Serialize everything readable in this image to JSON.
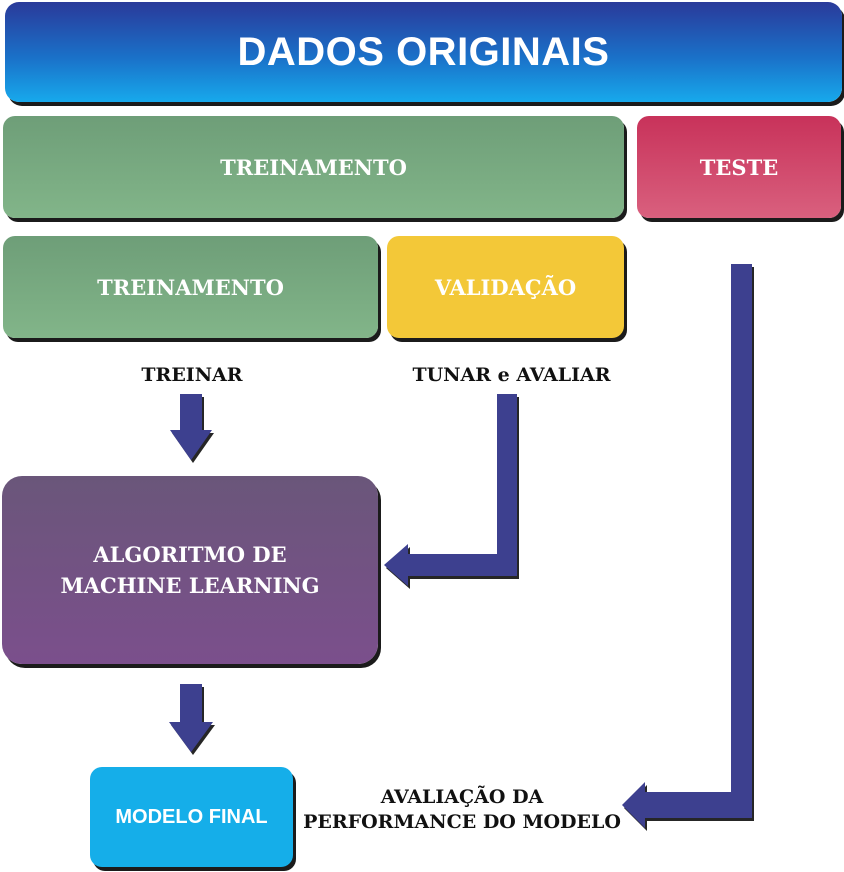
{
  "boxes": {
    "dados_originais": "DADOS ORIGINAIS",
    "treinamento_top": "TREINAMENTO",
    "teste": "TESTE",
    "treinamento": "TREINAMENTO",
    "validacao": "VALIDAÇÃO",
    "algoritmo_line1": "ALGORITMO DE",
    "algoritmo_line2": "MACHINE LEARNING",
    "modelo_final": "MODELO FINAL"
  },
  "labels": {
    "treinar": "TREINAR",
    "tunar_avaliar": "TUNAR e AVALIAR",
    "avaliacao_line1": "AVALIAÇÃO DA",
    "avaliacao_line2": "PERFORMANCE DO MODELO"
  },
  "colors": {
    "arrow": "#3c3f8f",
    "dados_originais": "#1a70c8",
    "treinamento": "#7aad82",
    "teste": "#d04a6c",
    "validacao": "#f3c838",
    "algoritmo": "#744f86",
    "modelo_final": "#15aee9"
  }
}
